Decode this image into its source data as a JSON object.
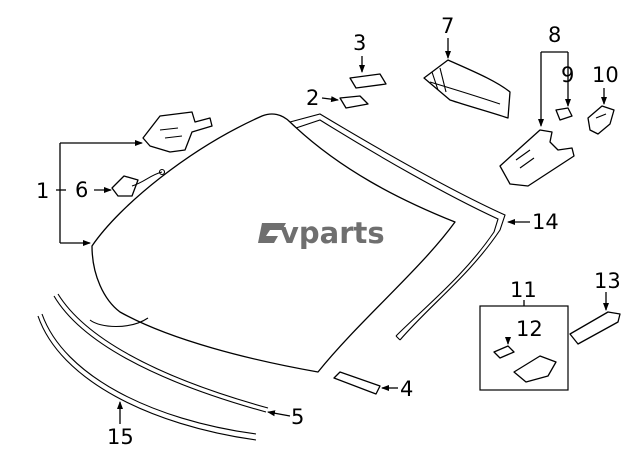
{
  "watermark": {
    "text": "vparts",
    "logo_icon": "ev-logo-icon"
  },
  "callouts": [
    {
      "id": "1",
      "label": "1"
    },
    {
      "id": "2",
      "label": "2"
    },
    {
      "id": "3",
      "label": "3"
    },
    {
      "id": "4",
      "label": "4"
    },
    {
      "id": "5",
      "label": "5"
    },
    {
      "id": "6",
      "label": "6"
    },
    {
      "id": "7",
      "label": "7"
    },
    {
      "id": "8",
      "label": "8"
    },
    {
      "id": "9",
      "label": "9"
    },
    {
      "id": "10",
      "label": "10"
    },
    {
      "id": "11",
      "label": "11"
    },
    {
      "id": "12",
      "label": "12"
    },
    {
      "id": "13",
      "label": "13"
    },
    {
      "id": "14",
      "label": "14"
    },
    {
      "id": "15",
      "label": "15"
    }
  ]
}
